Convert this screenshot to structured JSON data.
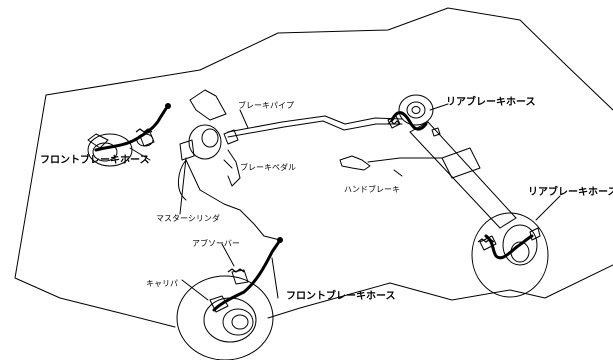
{
  "labels": {
    "rear_hose_top": "リアブレーキホース",
    "rear_hose_right": "リアブレーキホース",
    "front_hose_left": "フロントブレーキホース",
    "front_hose_bottom": "フロントブレーキホース",
    "brake_pipe": "ブレーキパイプ",
    "brake_pedal": "ブレーキペダル",
    "hand_brake": "ハンドブレーキ",
    "master_cylinder": "マスターシリンダ",
    "adjuster": "アブソーバー",
    "caliper": "キャリパ"
  },
  "colors": {
    "line": "#000000",
    "background": "#ffffff"
  }
}
